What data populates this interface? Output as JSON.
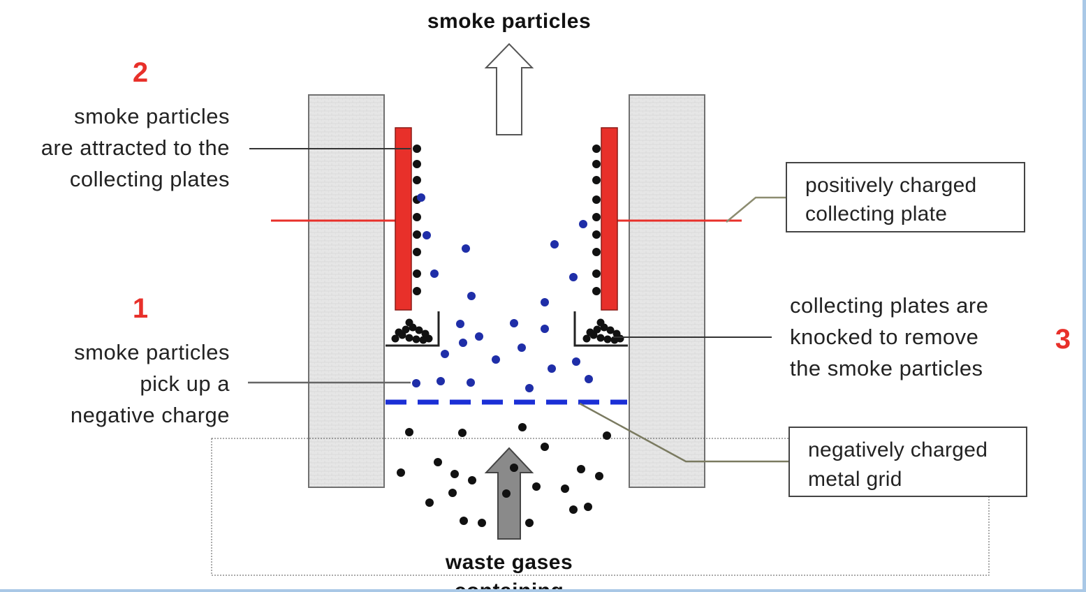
{
  "diagram": {
    "top_label": "smoke particles",
    "bottom_label": "waste gases",
    "bottom_label_cut": "containing",
    "steps": [
      {
        "number": "1",
        "lines": [
          "smoke particles",
          "pick up a",
          "negative charge"
        ]
      },
      {
        "number": "2",
        "lines": [
          "smoke particles",
          "are attracted to the",
          "collecting plates"
        ]
      },
      {
        "number": "3",
        "lines": [
          "collecting plates are",
          "knocked to remove",
          "the smoke particles"
        ]
      }
    ],
    "boxes": {
      "positive_plate": [
        "positively charged",
        "collecting plate"
      ],
      "negative_grid": [
        "negatively charged",
        "metal grid"
      ]
    },
    "colors": {
      "red": "#e8302a",
      "blue": "#1b2fd6",
      "particle_blue": "#1f2ea8",
      "wall_fill": "#e6e6e6",
      "frame": "#a9c8e6"
    }
  }
}
